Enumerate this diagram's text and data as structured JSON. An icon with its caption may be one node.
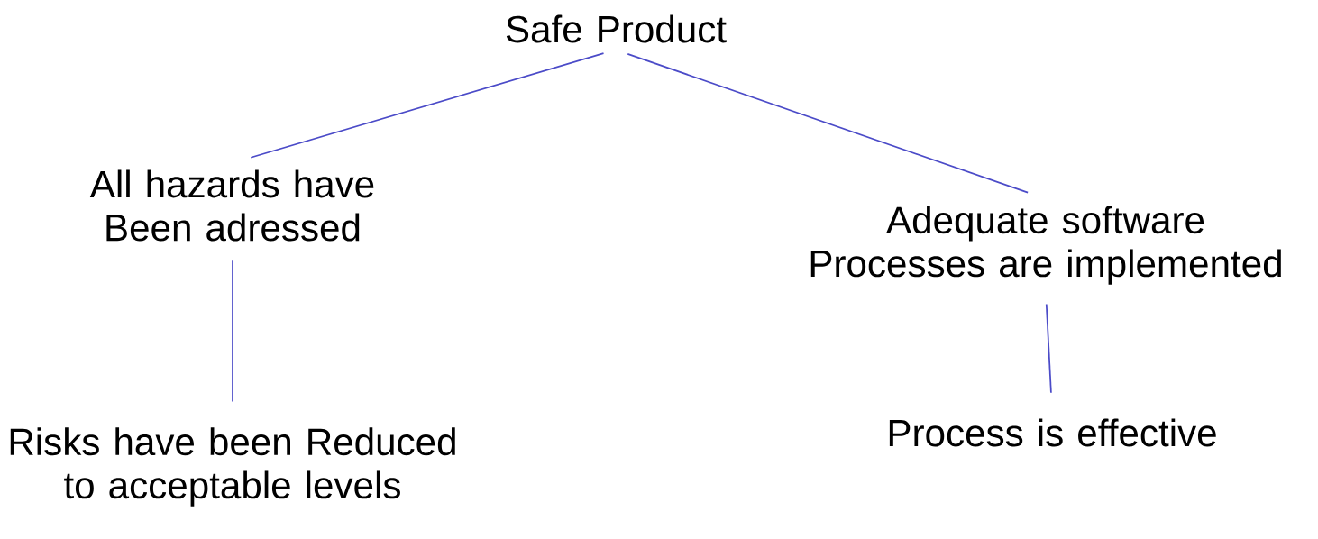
{
  "diagram": {
    "nodes": [
      {
        "text": [
          "Safe Product"
        ]
      },
      {
        "text": [
          "All hazards have Been adressed"
        ]
      },
      {
        "text": [
          "Adequate software Processes are implemented"
        ]
      },
      {
        "text": [
          "Risks have been Reduced to acceptable levels"
        ]
      },
      {
        "text": [
          "Process is effective"
        ]
      }
    ],
    "edges": [
      {
        "from": 0,
        "to": 1,
        "arrow": "none"
      },
      {
        "from": 0,
        "to": 2,
        "arrow": "none"
      },
      {
        "from": 1,
        "to": 3,
        "arrow": "none"
      },
      {
        "from": 2,
        "to": 4,
        "arrow": "none"
      }
    ]
  }
}
